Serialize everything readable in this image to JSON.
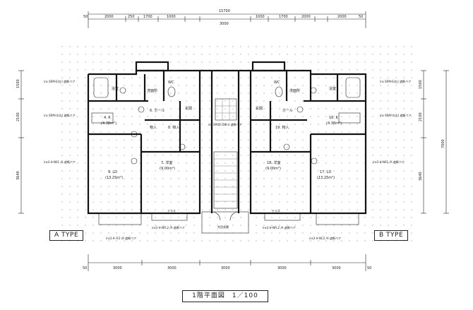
{
  "title": "1階平面図　1／100",
  "types": {
    "a": "A TYPE",
    "b": "B TYPE"
  },
  "dims": {
    "total": "15700",
    "top_left": [
      "2000",
      "250",
      "1700",
      "1000",
      "3000"
    ],
    "top_right": [
      "1000",
      "1700",
      "2000"
    ],
    "bottom": [
      "3000",
      "3000",
      "3000",
      "3000",
      "3000"
    ],
    "side_left": [
      "1500",
      "2100",
      "3640"
    ],
    "side_right": [
      "1500",
      "2100",
      "3640",
      "7000"
    ],
    "margin": "50"
  },
  "rooms": {
    "a": [
      {
        "label": "浴室"
      },
      {
        "label": "洗面所"
      },
      {
        "label": "WC"
      },
      {
        "label": "6. ホール"
      },
      {
        "label": "玄関"
      },
      {
        "label": "物入"
      },
      {
        "label": "8. 物入"
      },
      {
        "label": "4. K"
      },
      {
        "label": "(4.38m²)"
      },
      {
        "label": "7. 洋室"
      },
      {
        "label": "(9.00m²)"
      },
      {
        "label": "9. LD"
      },
      {
        "label": "(13.25m²)"
      }
    ],
    "b": [
      {
        "label": "浴室"
      },
      {
        "label": "洗面所"
      },
      {
        "label": "WC"
      },
      {
        "label": "ホール"
      },
      {
        "label": "玄関"
      },
      {
        "label": "19. 物入"
      },
      {
        "label": "16. K"
      },
      {
        "label": "(4.38m²)"
      },
      {
        "label": "18. 洋室"
      },
      {
        "label": "(9.00m²)"
      },
      {
        "label": "17. LD"
      },
      {
        "label": "(13.25m²)"
      }
    ]
  },
  "sashes": {
    "a": [
      "ins SRM-E(左)  遮断ペア",
      "ins SRM-U(右)  遮断ペア",
      "ins3 H-N01 /A  遮断ペア",
      "ins3 H-平2 /A  遮断ペア",
      "ins3 H-NFL2 /A  遮断ペア"
    ],
    "b": [
      "ins SRM-E(右)  遮断ペア",
      "ins SRM-U(右)  遮断ペア",
      "ins3 H-N01 /A  遮断ペア",
      "ins3 H-NFL2 /A  遮断ペア",
      "ins3 H-NC2 /A  遮断ペア"
    ]
  },
  "center": {
    "door": "ins SPUD DW-U  遮断ペア",
    "entry": "共用玄関",
    "terrace": "テラス"
  }
}
